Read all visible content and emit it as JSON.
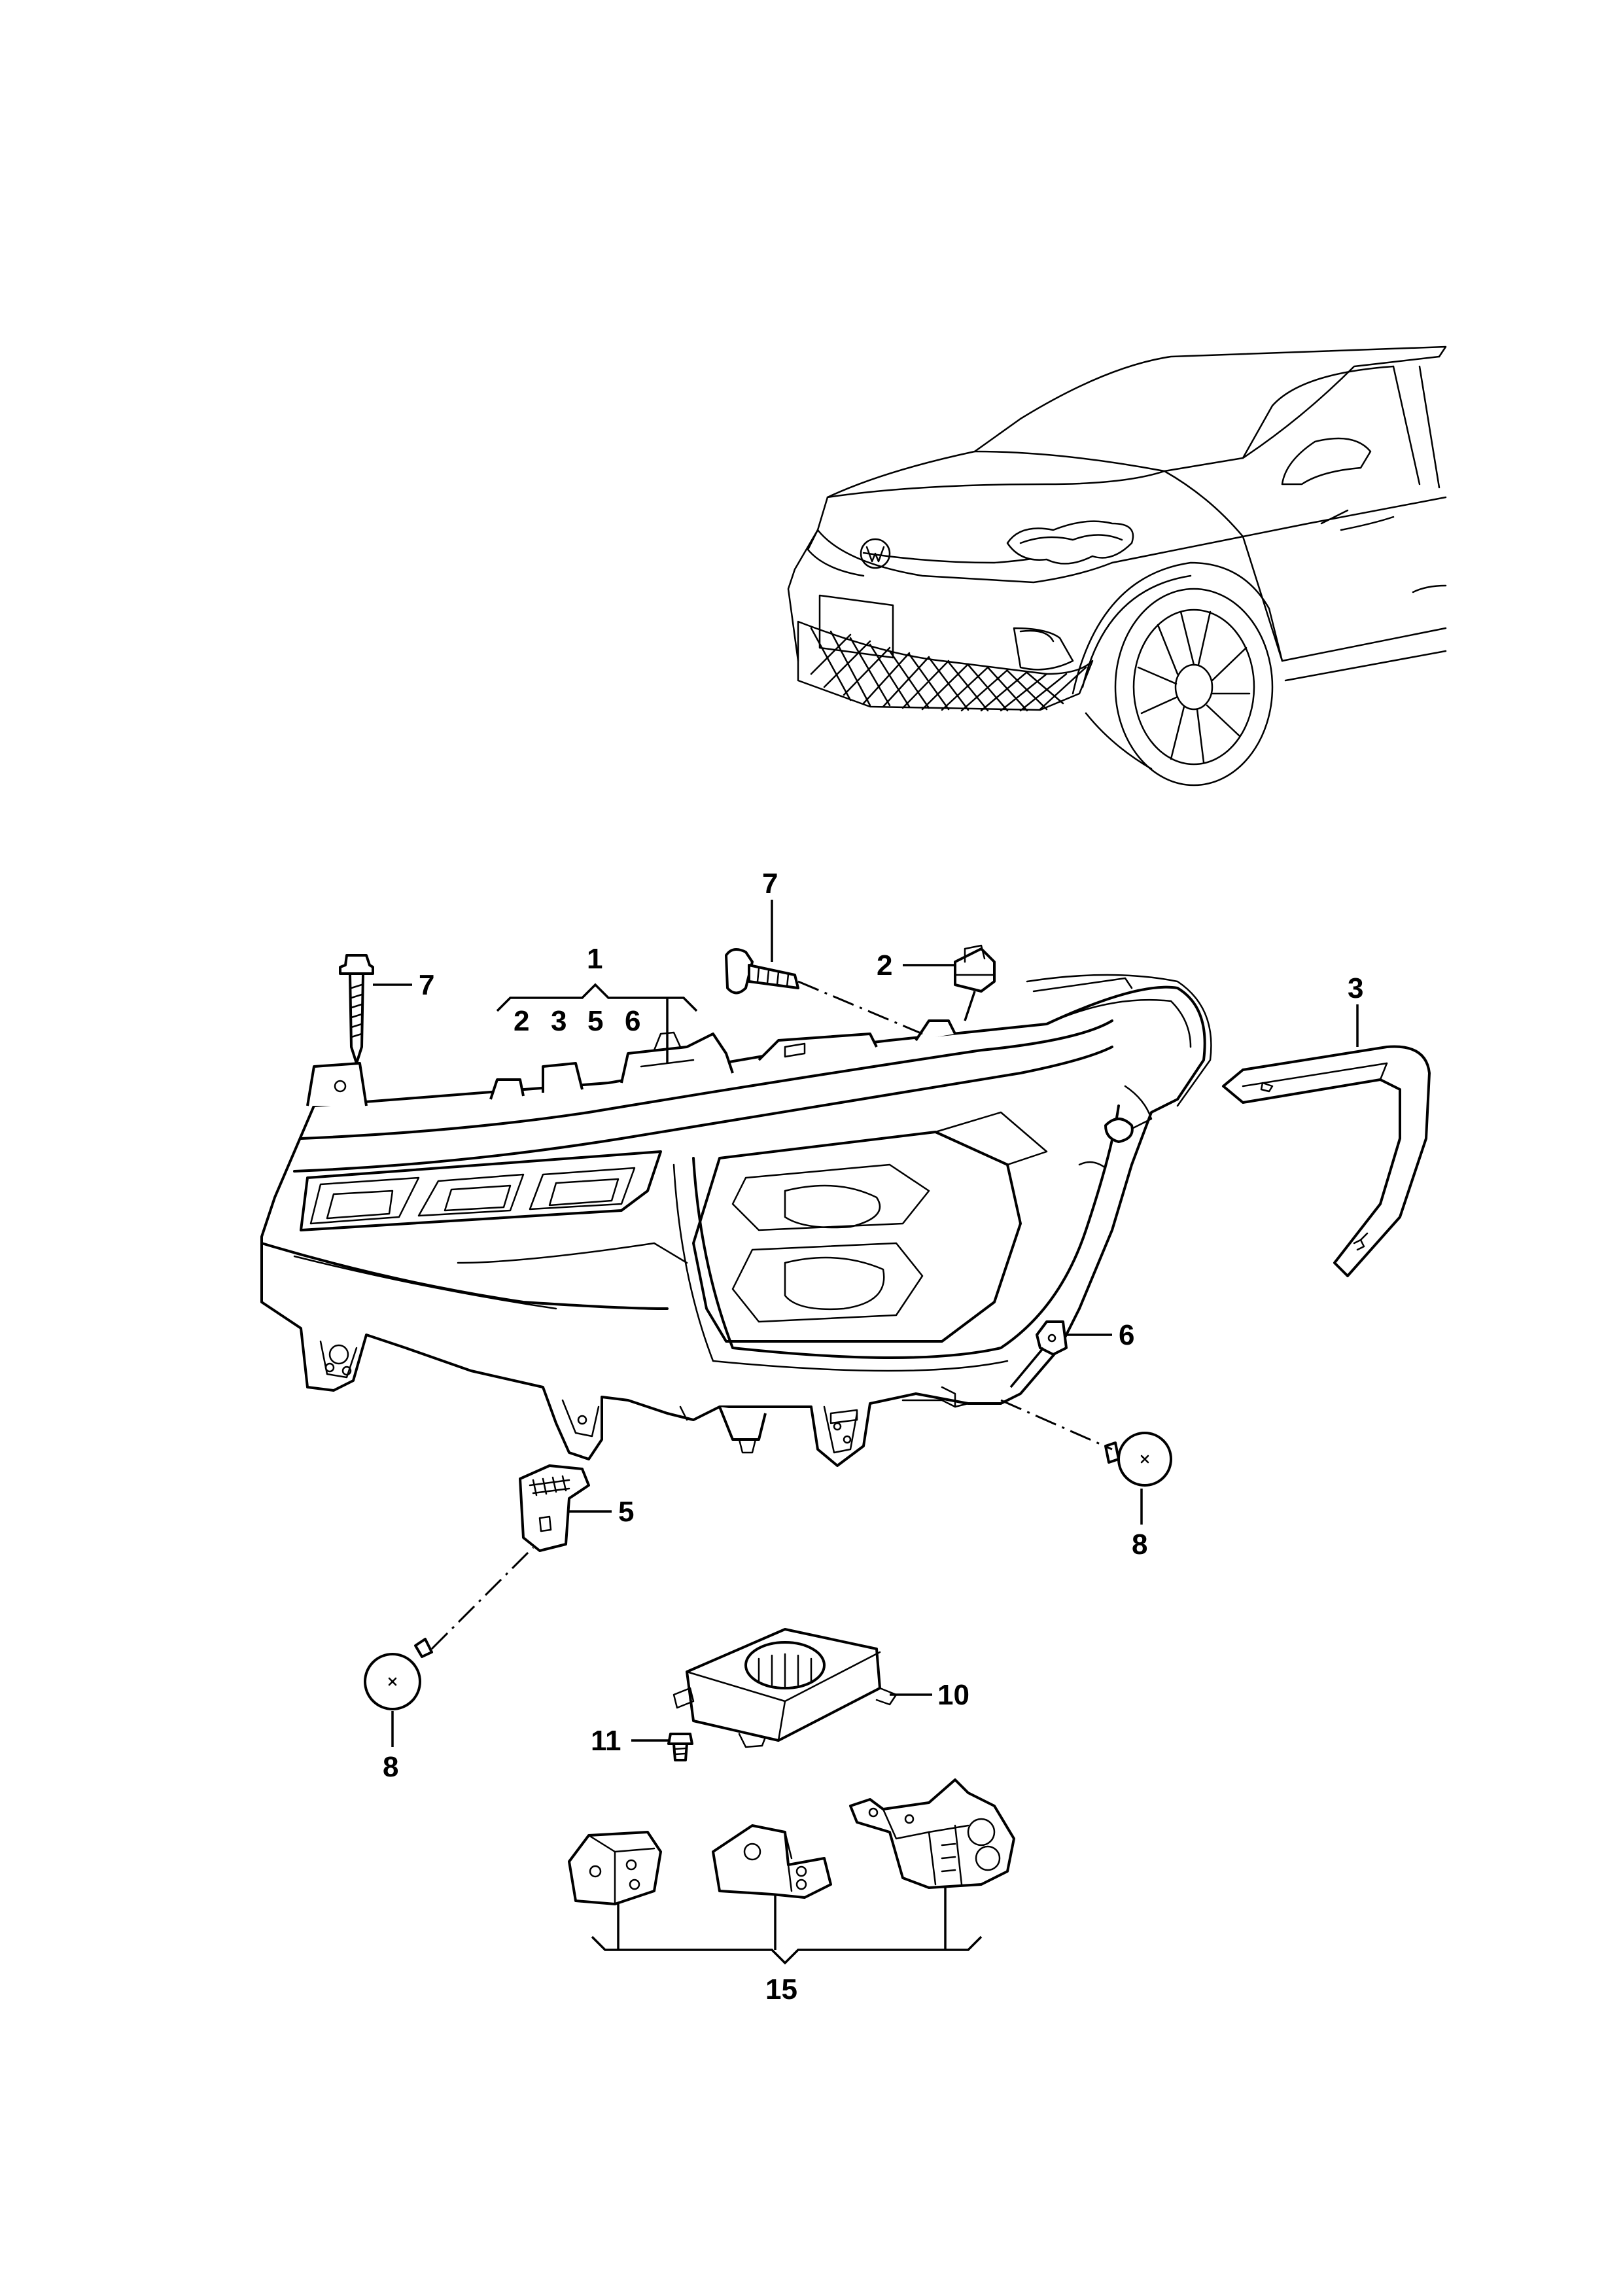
{
  "callouts": {
    "c1": "1",
    "c2": "2",
    "c3": "3",
    "c5": "5",
    "c6": "6",
    "c7_left": "7",
    "c7_top": "7",
    "c8_right": "8",
    "c8_left": "8",
    "c10": "10",
    "c11": "11",
    "c15": "15",
    "sub_2": "2",
    "sub_3": "3",
    "sub_5": "5",
    "sub_6": "6"
  },
  "icons": {
    "vehicle": "vehicle-overview-icon",
    "headlamp": "headlamp-assembly-icon"
  },
  "colors": {
    "line": "#000000",
    "background": "#ffffff"
  }
}
